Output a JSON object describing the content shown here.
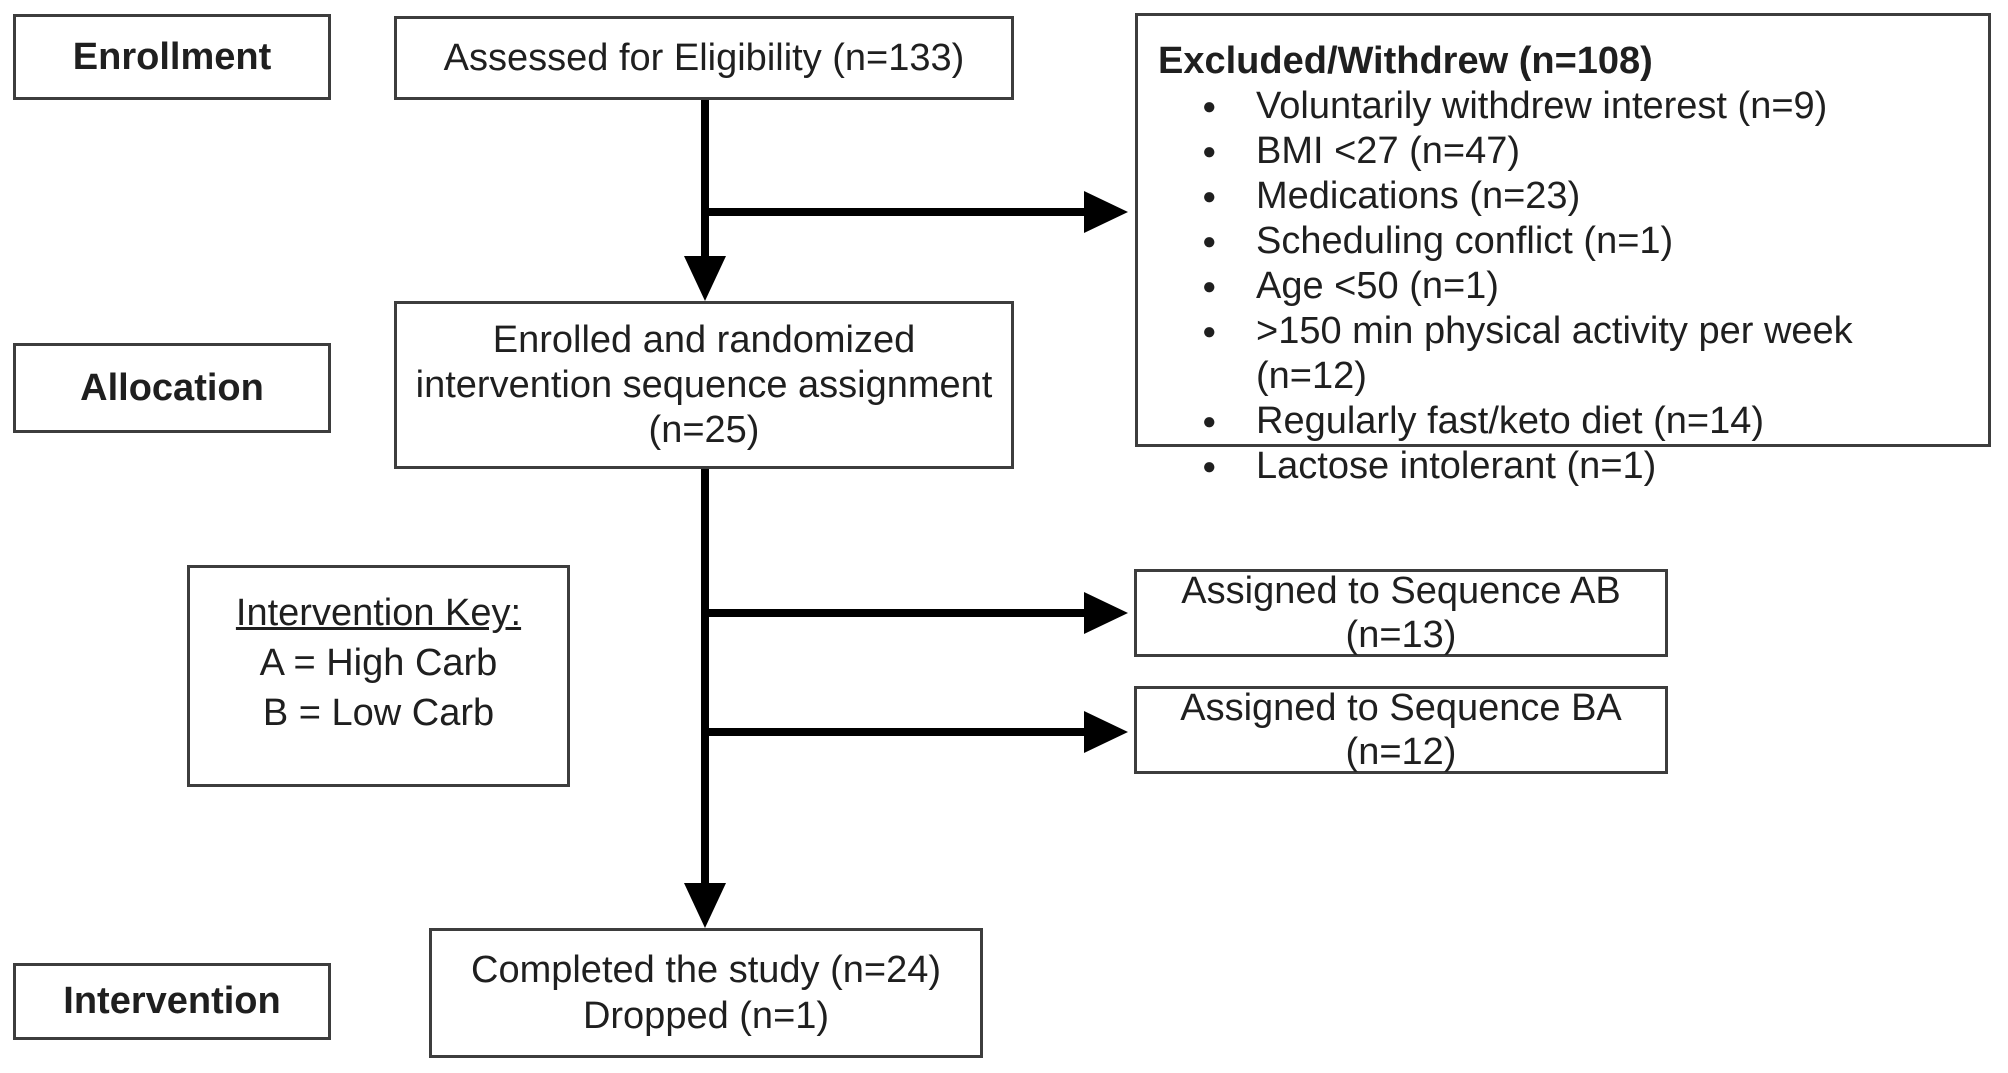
{
  "stage_labels": {
    "enrollment": "Enrollment",
    "allocation": "Allocation",
    "intervention": "Intervention"
  },
  "boxes": {
    "assessed": {
      "text": "Assessed for Eligibility (n=133)"
    },
    "excluded": {
      "title": "Excluded/Withdrew (n=108)",
      "bullet_glyph": "●",
      "items": [
        "Voluntarily withdrew interest (n=9)",
        "BMI <27 (n=47)",
        "Medications (n=23)",
        "Scheduling conflict (n=1)",
        "Age <50 (n=1)",
        ">150 min physical activity per week (n=12)",
        "Regularly fast/keto diet (n=14)",
        "Lactose intolerant (n=1)"
      ]
    },
    "enrolled": {
      "line1": "Enrolled and randomized",
      "line2": "intervention sequence assignment",
      "line3": "(n=25)"
    },
    "intervention_key": {
      "title": "Intervention Key:",
      "line1": "A = High Carb",
      "line2": "B = Low Carb"
    },
    "sequence_ab": {
      "line1": "Assigned to Sequence AB",
      "line2": "(n=13)"
    },
    "sequence_ba": {
      "line1": "Assigned to Sequence BA",
      "line2": "(n=12)"
    },
    "completed": {
      "line1": "Completed the study (n=24)",
      "line2": "Dropped (n=1)"
    }
  },
  "colors": {
    "border": "#3d3d3d",
    "arrow": "#000000",
    "text": "#1f1f1f",
    "background": "#ffffff"
  }
}
